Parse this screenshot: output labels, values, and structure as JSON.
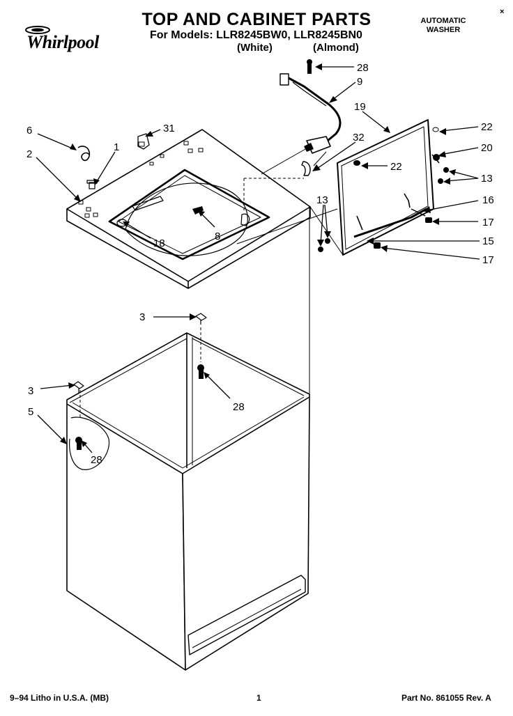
{
  "header": {
    "title": "TOP AND CABINET PARTS",
    "subtitle": "For Models: LLR8245BW0, LLR8245BN0",
    "variant_white": "(White)",
    "variant_almond": "(Almond)",
    "product_type_line1": "AUTOMATIC",
    "product_type_line2": "WASHER",
    "brand": "Whirlpool",
    "corner_mark": "×"
  },
  "callouts": {
    "c1": "1",
    "c2": "2",
    "c3a": "3",
    "c3b": "3",
    "c5": "5",
    "c6": "6",
    "c8": "8",
    "c9": "9",
    "c13a": "13",
    "c13b": "13",
    "c15": "15",
    "c16": "16",
    "c17a": "17",
    "c17b": "17",
    "c18": "18",
    "c19": "19",
    "c20": "20",
    "c22a": "22",
    "c22b": "22",
    "c28a": "28",
    "c28b": "28",
    "c28c": "28",
    "c31": "31",
    "c32": "32"
  },
  "footer": {
    "printed": "9–94 Litho in U.S.A. (MB)",
    "page_number": "1",
    "part_number": "Part No. 861055 Rev. A"
  }
}
